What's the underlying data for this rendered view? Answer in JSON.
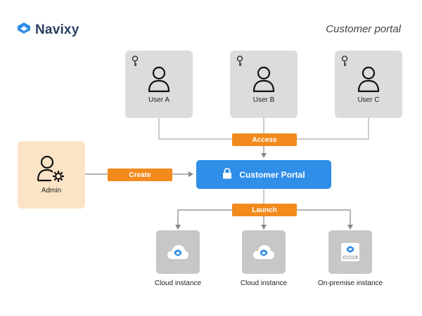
{
  "brand": {
    "name": "Navixy"
  },
  "page_title": "Customer portal",
  "users": [
    {
      "label": "User A"
    },
    {
      "label": "User B"
    },
    {
      "label": "User C"
    }
  ],
  "admin": {
    "label": "Admin"
  },
  "tags": {
    "access": "Access",
    "create": "Create",
    "launch": "Launch"
  },
  "portal": {
    "label": "Customer Portal"
  },
  "instances": [
    {
      "label": "Cloud instance",
      "icon": "cloud-icon"
    },
    {
      "label": "Cloud instance",
      "icon": "cloud-icon"
    },
    {
      "label": "On-premise instance",
      "icon": "server-icon"
    }
  ],
  "colors": {
    "accent_orange": "#f28a1d",
    "portal_blue": "#2f8ee8",
    "admin_bg": "#fbe3c6",
    "card_gray": "#dcdcdc",
    "brand_navy": "#2b3f5f"
  }
}
